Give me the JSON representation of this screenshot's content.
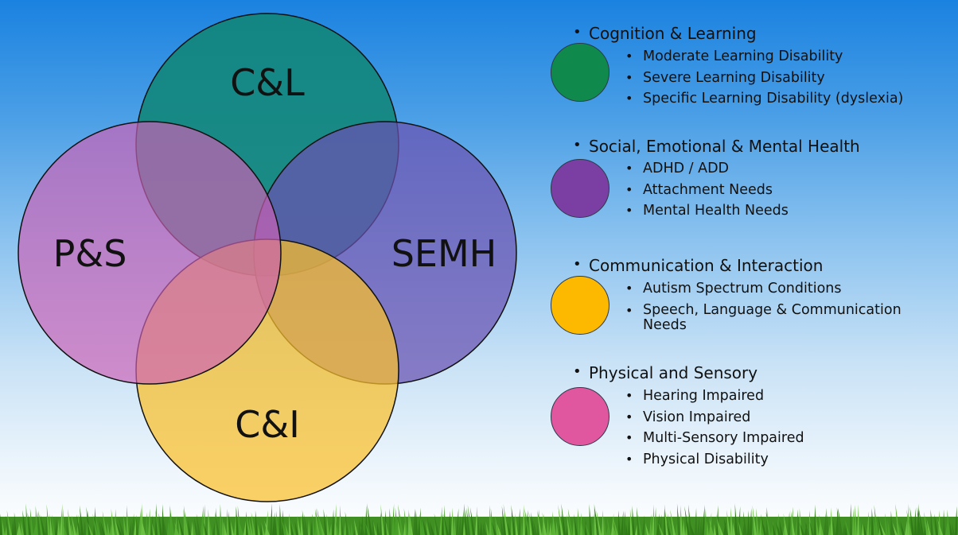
{
  "diagram": {
    "circles": [
      {
        "id": "cl",
        "label": "C&L",
        "color": "#12867a"
      },
      {
        "id": "semh",
        "label": "SEMH",
        "color": "#6a52b2"
      },
      {
        "id": "ci",
        "label": "C&I",
        "color": "#fbbf2a"
      },
      {
        "id": "ps",
        "label": "P&S",
        "color": "#cd62b6"
      }
    ]
  },
  "legend": {
    "groups": [
      {
        "title": "Cognition & Learning",
        "color": "#0f8a4c",
        "items": [
          "Moderate Learning Disability",
          "Severe Learning Disability",
          "Specific Learning Disability (dyslexia)"
        ]
      },
      {
        "title": "Social, Emotional & Mental Health",
        "color": "#7b3fa4",
        "items": [
          "ADHD / ADD",
          "Attachment Needs",
          "Mental Health Needs"
        ]
      },
      {
        "title": "Communication & Interaction",
        "color": "#fcb900",
        "items": [
          "Autism Spectrum Conditions",
          "Speech, Language & Communication Needs"
        ]
      },
      {
        "title": "Physical and Sensory",
        "color": "#e0579f",
        "items": [
          "Hearing Impaired",
          "Vision Impaired",
          "Multi-Sensory Impaired",
          "Physical Disability"
        ]
      }
    ]
  },
  "background": {
    "sky_top": "#1a82e0",
    "grass": "#3f8f22"
  }
}
